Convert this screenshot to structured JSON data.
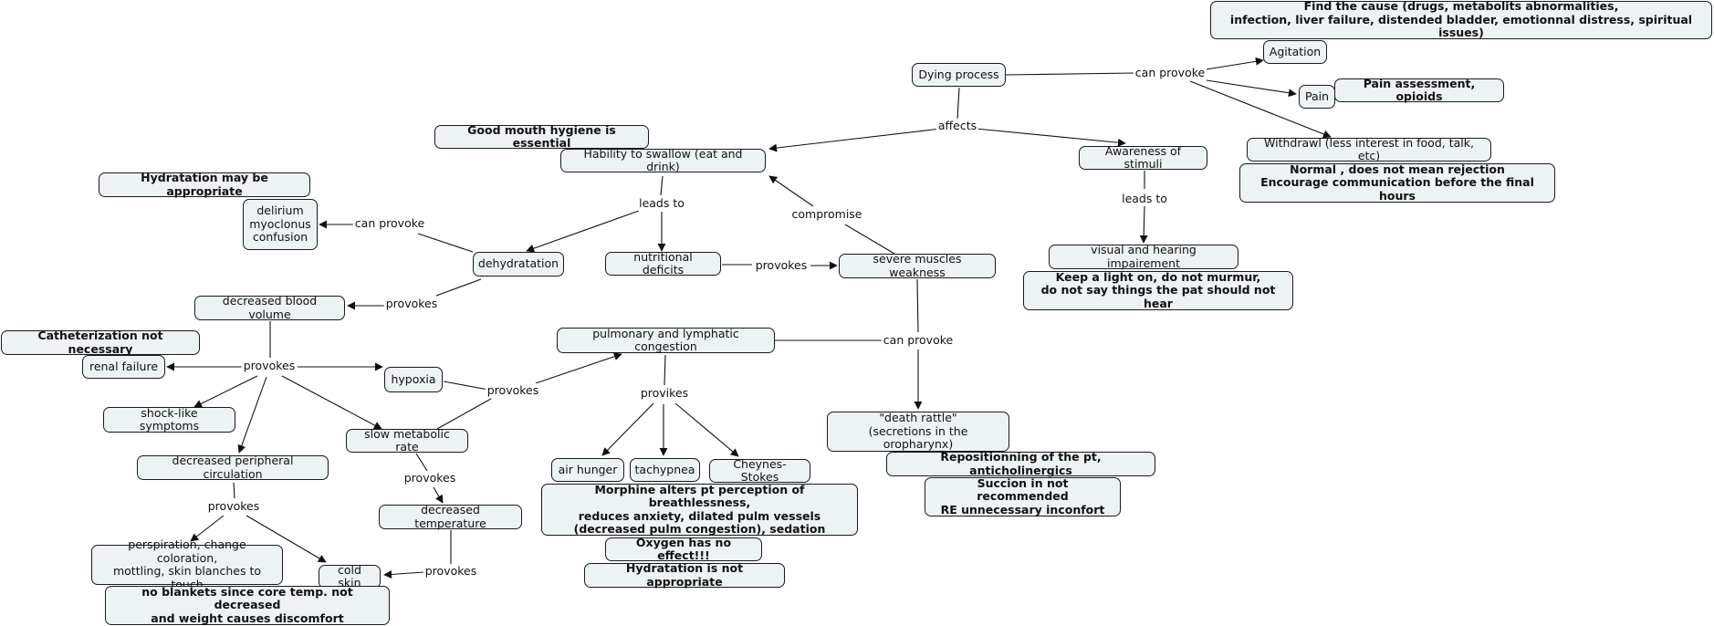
{
  "nodes": {
    "find_cause": "Find the cause (drugs, metabolits abnormalities,\ninfection, liver failure, distended bladder, emotionnal distress, spiritual issues)",
    "agitation": "Agitation",
    "dying_process": "Dying process",
    "pain": "Pain",
    "pain_note": "Pain assessment, opioids",
    "withdrawl": "Withdrawl (less interest in food, talk, etc)",
    "withdrawl_note": "Normal , does not mean rejection\nEncourage communication before the final hours",
    "mouth_hygiene": "Good mouth hygiene is essential",
    "swallow": "Hability to swallow (eat and drink)",
    "awareness": "Awareness of stimuli",
    "hydration_may": "Hydratation may be appropriate",
    "delirium": "delirium\nmyoclonus\nconfusion",
    "dehydration": "dehydratation",
    "nutritional": "nutritional deficits",
    "weakness": "severe muscles weakness",
    "visual": "visual and hearing impairement",
    "visual_note": "Keep a light on, do not murmur,\ndo not say things the pat should not hear",
    "blood_volume": "decreased blood volume",
    "catheter": "Catheterization not necessary",
    "renal": "renal failure",
    "hypoxia": "hypoxia",
    "pulmonary": "pulmonary and lymphatic congestion",
    "shock": "shock-like symptoms",
    "slow_metabolic": "slow metabolic rate",
    "death_rattle": "\"death rattle\"\n(secretions in the oropharynx)",
    "repositioning": "Repositionning of the pt, anticholinergics",
    "succion": "Succion in not recommended\nRE unnecessary inconfort",
    "peripheral": "decreased peripheral circulation",
    "air_hunger": "air hunger",
    "tachypnea": "tachypnea",
    "cheynes": "Cheynes-Stokes",
    "morphine": "Morphine alters pt perception of breathlessness,\nreduces anxiety, dilated pulm vessels\n(decreased pulm congestion), sedation",
    "oxygen": "Oxygen has no effect!!!",
    "hydration_not": "Hydratation is not appropriate",
    "decreased_temp": "decreased temperature",
    "perspiration": "perspiration, change coloration,\nmottling, skin blanches to touch",
    "cold_skin": "cold skin",
    "blankets": "no blankets since core temp. not decreased\nand weight causes discomfort"
  },
  "links": {
    "can_provoke_top": "can provoke",
    "affects": "affects",
    "leads_to_swallow": "leads to",
    "compromise": "compromise",
    "leads_to_awareness": "leads to",
    "can_provoke_dehyd": "can provoke",
    "provokes_nutri": "provokes",
    "provokes_blood": "provokes",
    "can_provoke_weak": "can provoke",
    "provokes_hub": "provokes",
    "provikes": "provikes",
    "provokes_hypoxia": "provokes",
    "provokes_peripheral": "provokes",
    "provokes_slow": "provokes",
    "provokes_temp": "provokes"
  }
}
